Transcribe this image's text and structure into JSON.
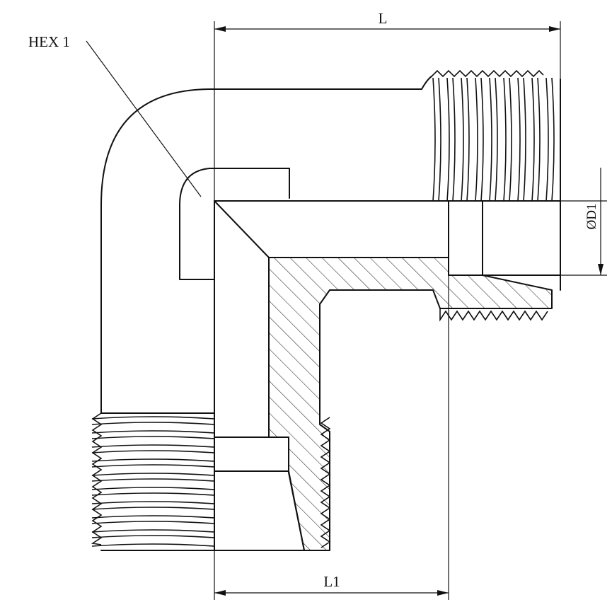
{
  "drawing": {
    "labels": {
      "hex": "HEX 1",
      "length_top": "L",
      "length_bottom": "L1",
      "diameter": "ØD1"
    },
    "colors": {
      "line": "#111111",
      "background": "#ffffff"
    }
  }
}
